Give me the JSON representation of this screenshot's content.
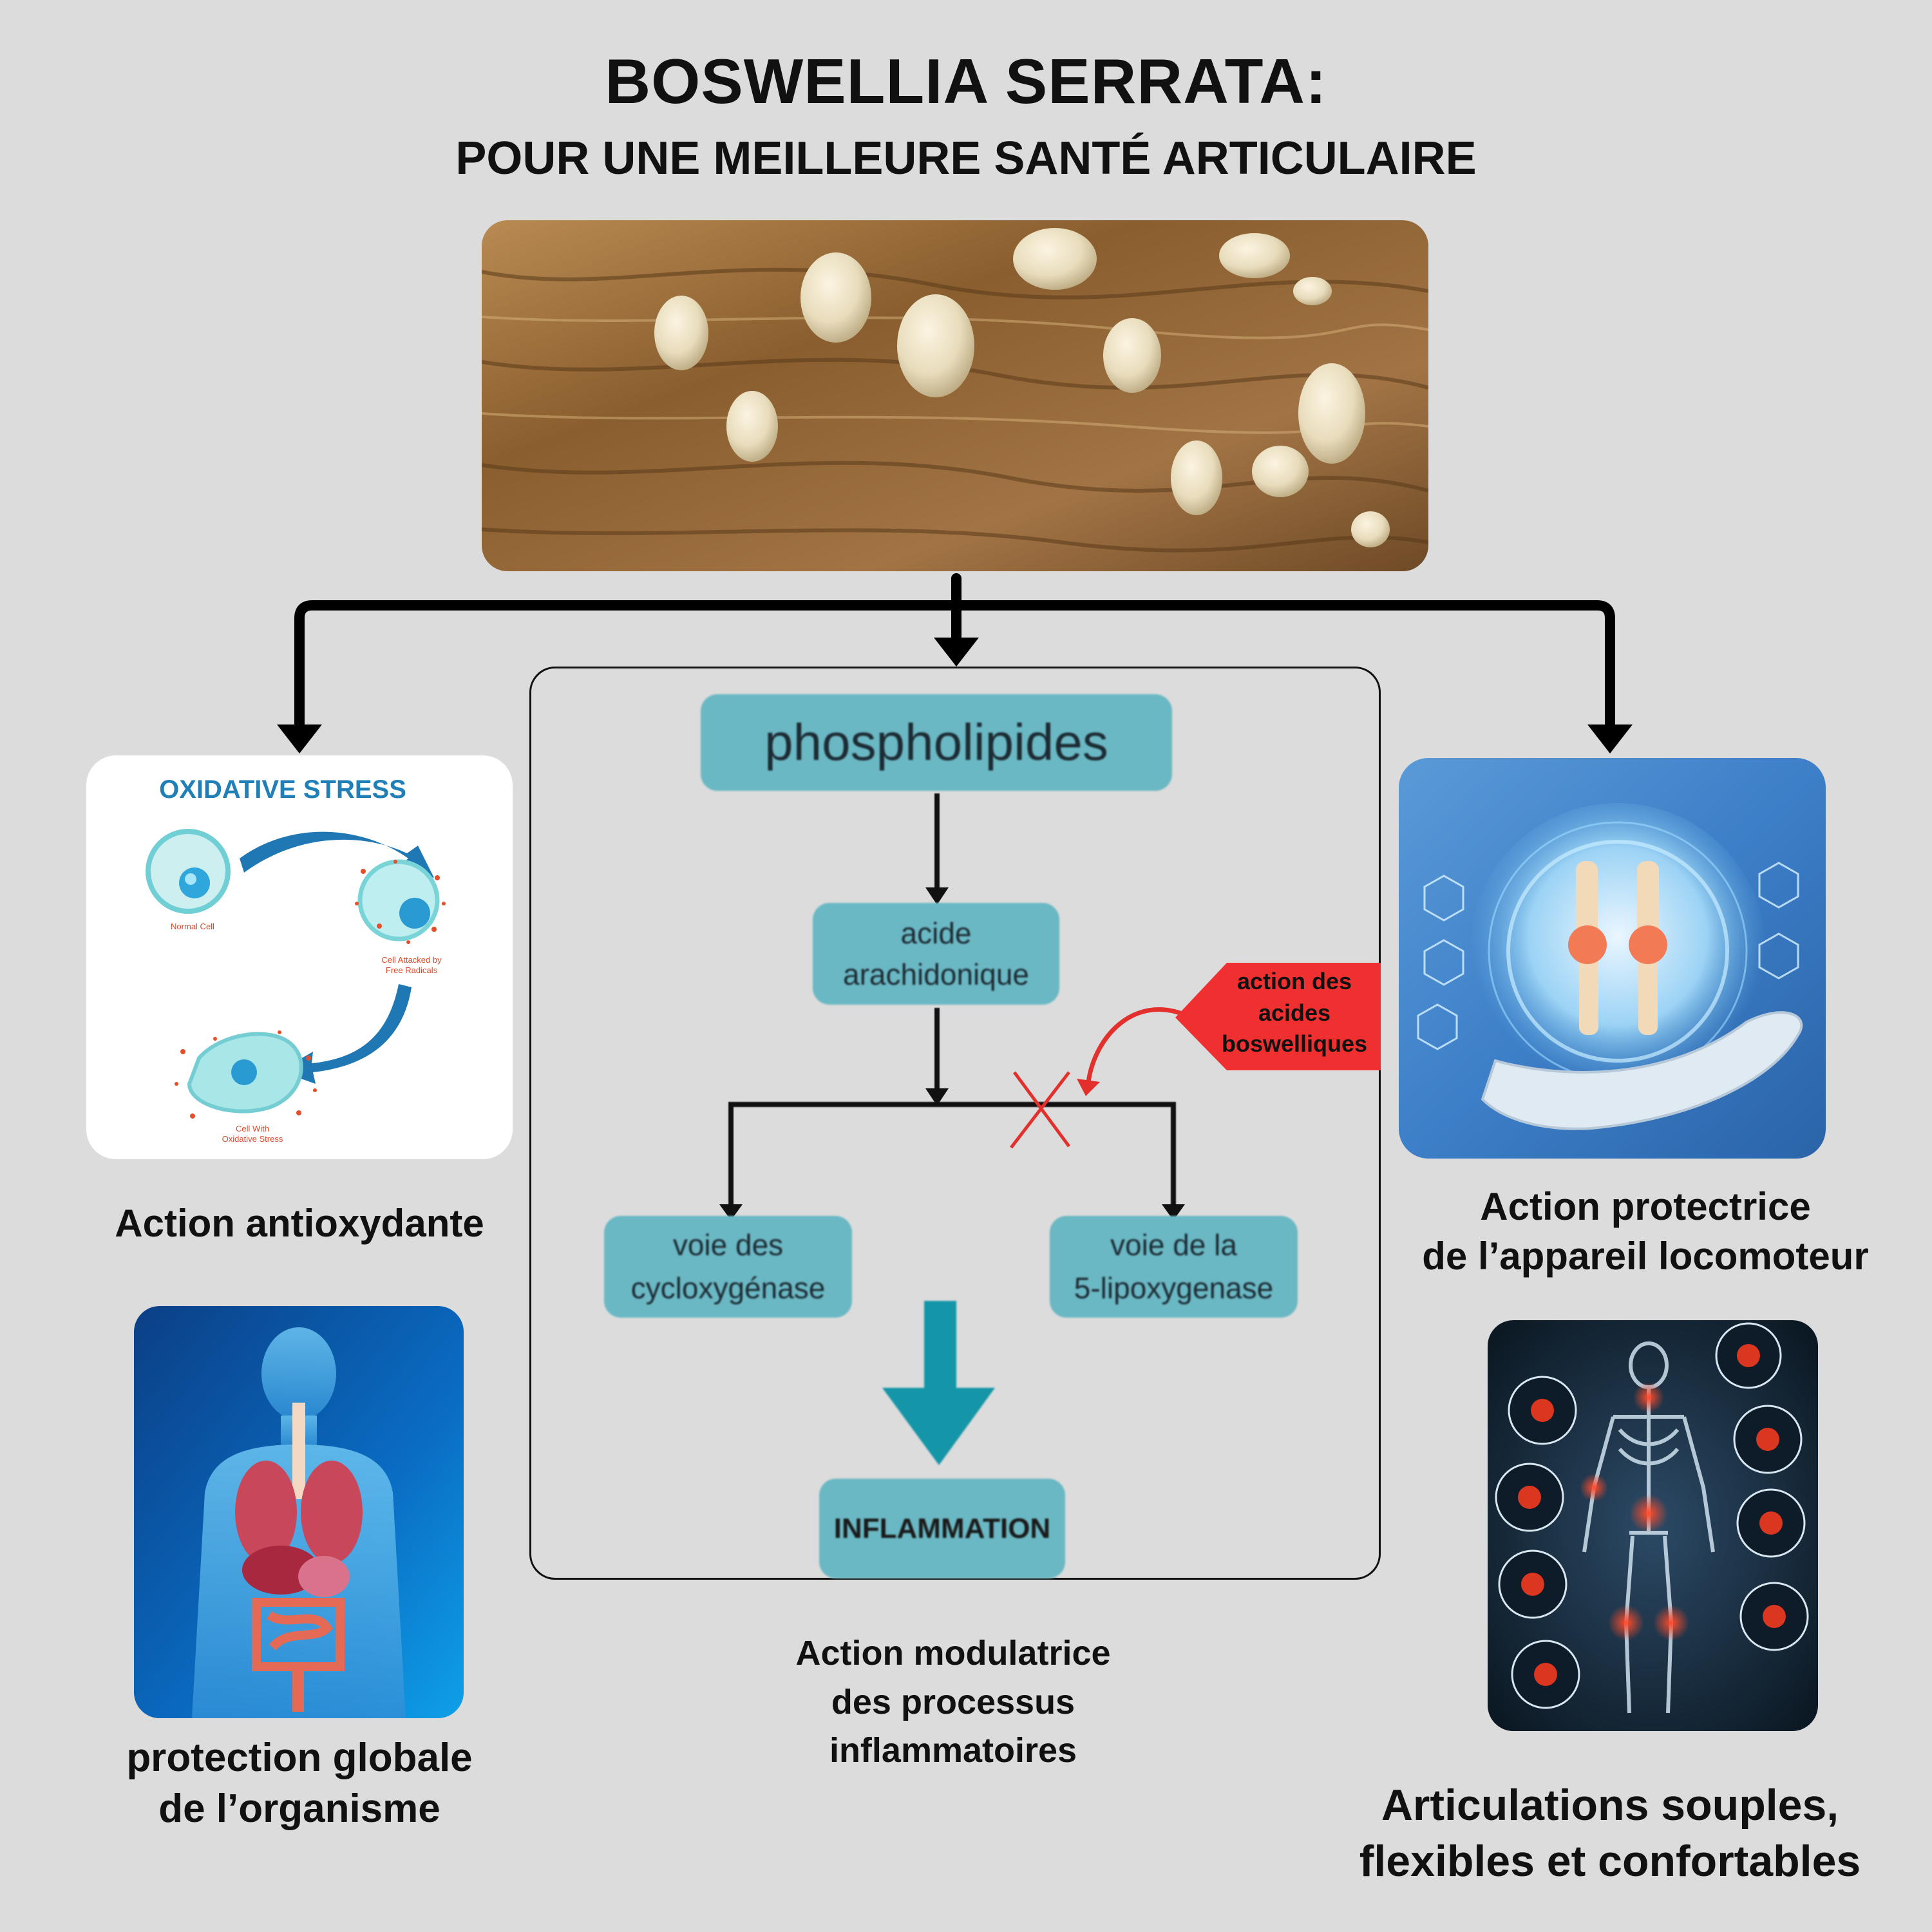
{
  "title": {
    "line1": "BOSWELLIA SERRATA:",
    "line2": "POUR UNE MEILLEURE SANTÉ ARTICULAIRE"
  },
  "oxidative_panel": {
    "heading": "OXIDATIVE STRESS",
    "normal_cell": "Normal Cell",
    "attacked_line1": "Cell Attacked by",
    "attacked_line2": "Free Radicals",
    "stressed_line1": "Cell With",
    "stressed_line2": "Oxidative Stress"
  },
  "flowchart": {
    "phospholipides": "phospholipides",
    "acide_line1": "acide",
    "acide_line2": "arachidonique",
    "boswellic_line1": "action des",
    "boswellic_line2": "acides",
    "boswellic_line3": "boswelliques",
    "cox_line1": "voie des",
    "cox_line2": "cycloxygénase",
    "lox_line1": "voie de la",
    "lox_line2": "5-lipoxygenase",
    "inflammation": "INFLAMMATION"
  },
  "captions": {
    "antioxydante": "Action antioxydante",
    "protectrice_line1": "Action protectrice",
    "protectrice_line2": "de l’appareil locomoteur",
    "modulatrice_line1": "Action modulatrice",
    "modulatrice_line2": "des processus",
    "modulatrice_line3": "inflammatoires",
    "globale_line1": "protection globale",
    "globale_line2": "de l’organisme",
    "articulations_line1": "Articulations souples,",
    "articulations_line2": "flexibles et confortables"
  },
  "colors": {
    "background": "#dcdcdc",
    "teal_box": "#6ab8c4",
    "teal_arrow": "#1496a8",
    "red_callout": "#f03030",
    "oxidative_heading": "#1f7fb6"
  }
}
